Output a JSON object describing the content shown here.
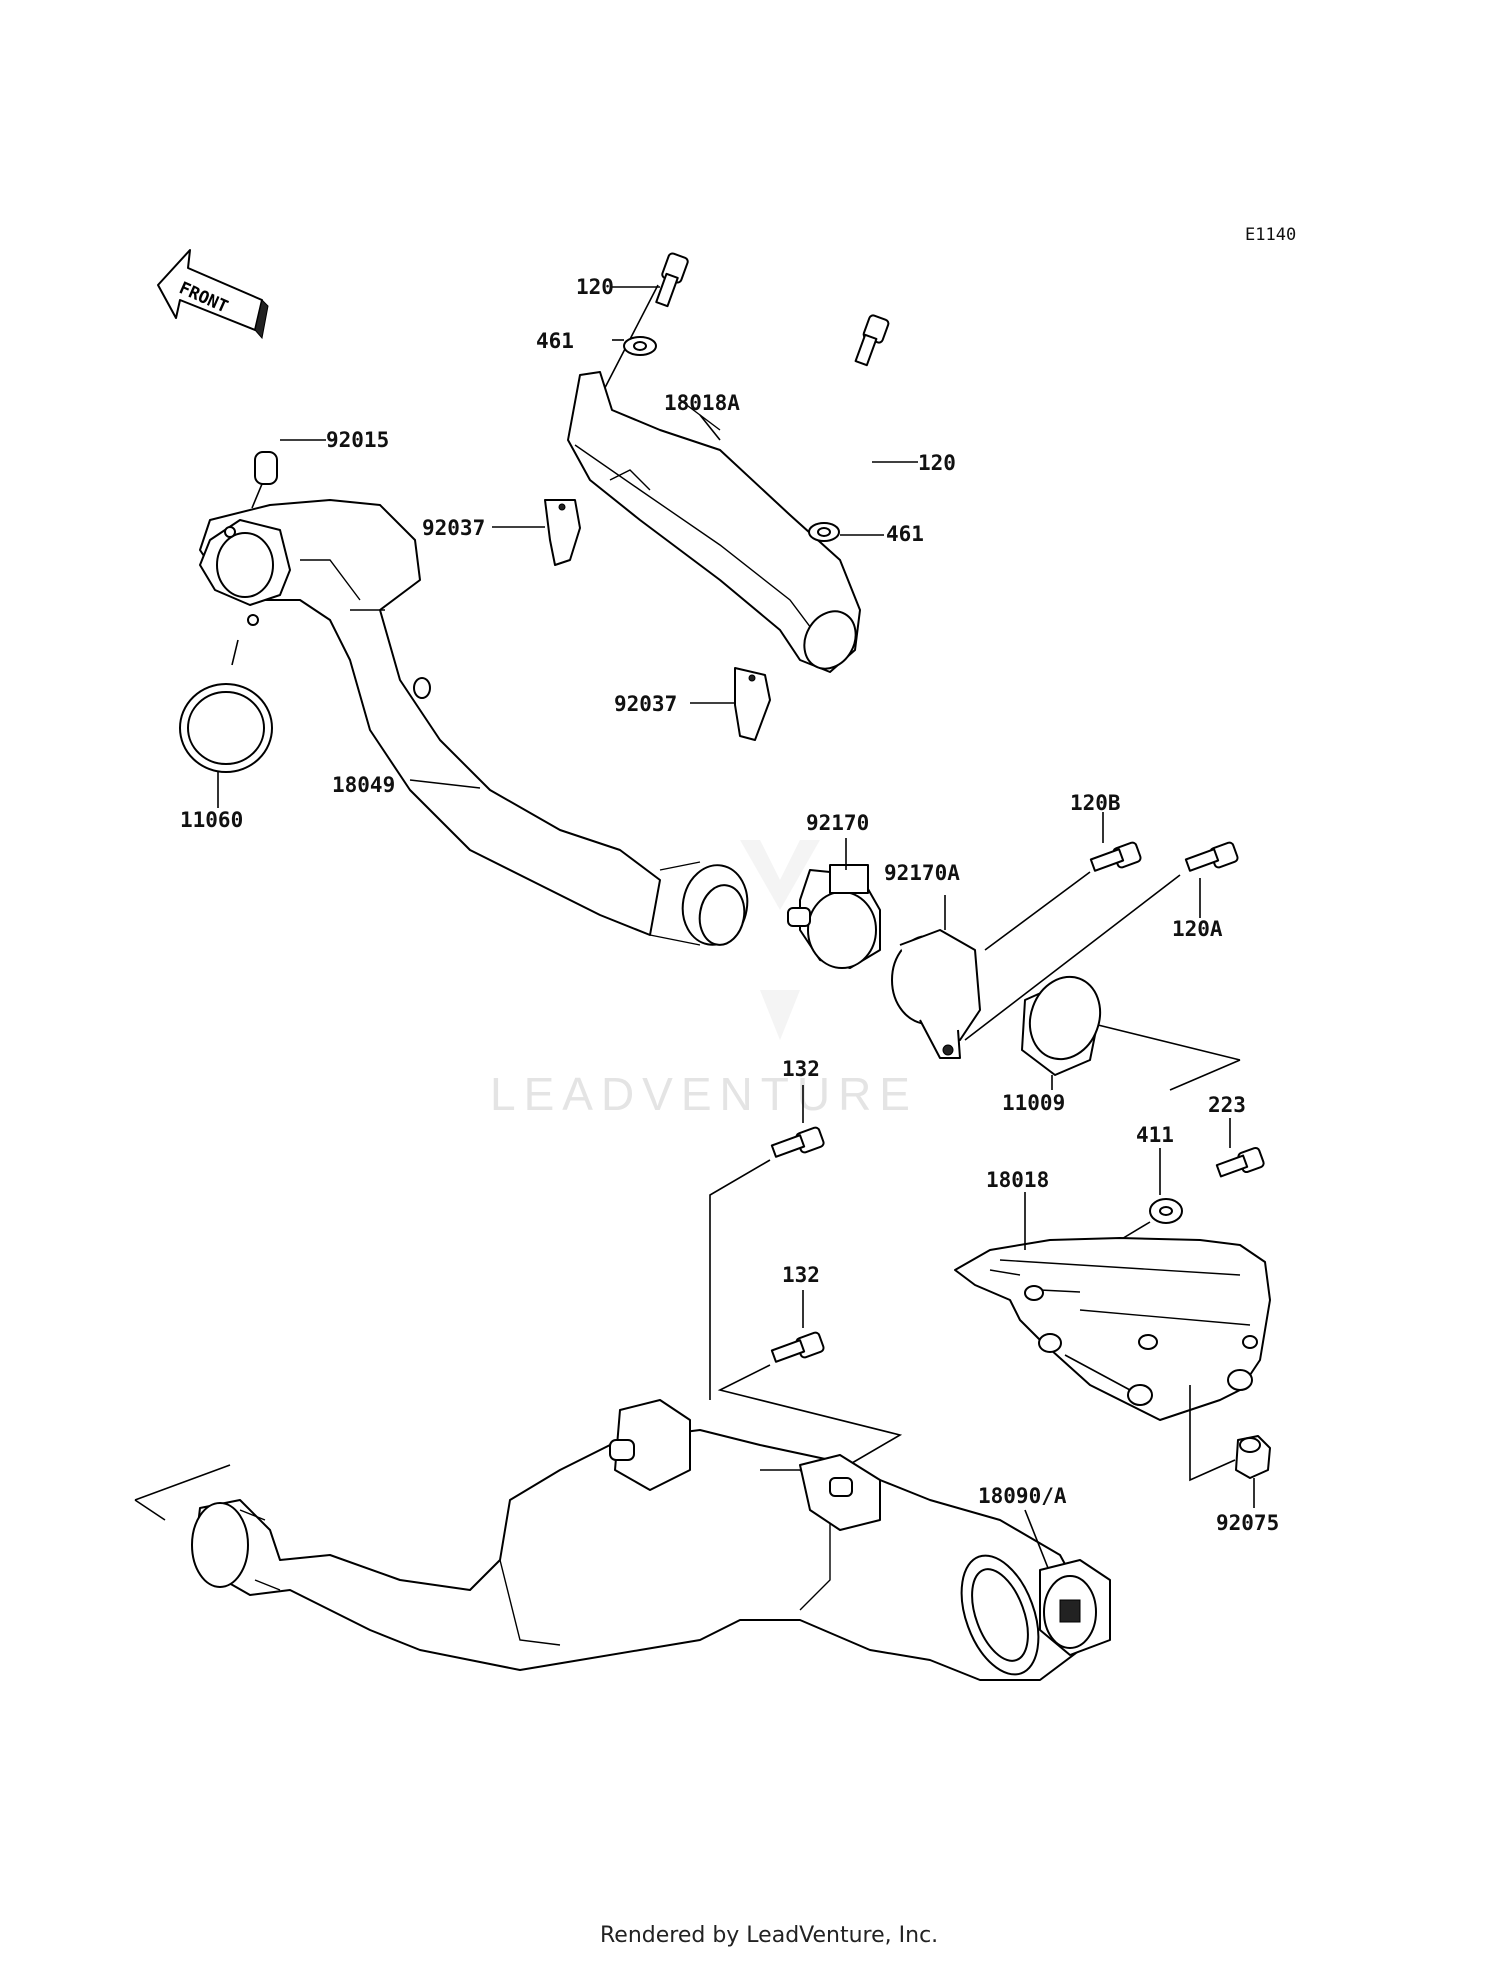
{
  "diagram_ref": "E1140",
  "front_arrow_label": "FRONT",
  "watermark": "LEADVENTURE",
  "footer_text": "Rendered by LeadVenture, Inc.",
  "parts": [
    {
      "id": "bolt-120-top",
      "label": "120"
    },
    {
      "id": "washer-461-top",
      "label": "461"
    },
    {
      "id": "cover-18018A",
      "label": "18018A"
    },
    {
      "id": "bolt-120-right",
      "label": "120"
    },
    {
      "id": "washer-461-right",
      "label": "461"
    },
    {
      "id": "bracket-92037-upper",
      "label": "92037"
    },
    {
      "id": "bracket-92037-lower",
      "label": "92037"
    },
    {
      "id": "nut-92015",
      "label": "92015"
    },
    {
      "id": "gasket-11060",
      "label": "11060"
    },
    {
      "id": "pipe-18049",
      "label": "18049"
    },
    {
      "id": "clamp-92170",
      "label": "92170"
    },
    {
      "id": "clamp-92170A",
      "label": "92170A"
    },
    {
      "id": "bolt-120B",
      "label": "120B"
    },
    {
      "id": "bolt-120A",
      "label": "120A"
    },
    {
      "id": "gasket-11009",
      "label": "11009"
    },
    {
      "id": "bolt-132-upper",
      "label": "132"
    },
    {
      "id": "bolt-132-lower",
      "label": "132"
    },
    {
      "id": "bolt-223",
      "label": "223"
    },
    {
      "id": "washer-411",
      "label": "411"
    },
    {
      "id": "cover-18018",
      "label": "18018"
    },
    {
      "id": "muffler-18090A",
      "label": "18090/A"
    },
    {
      "id": "grommet-92075",
      "label": "92075"
    }
  ]
}
